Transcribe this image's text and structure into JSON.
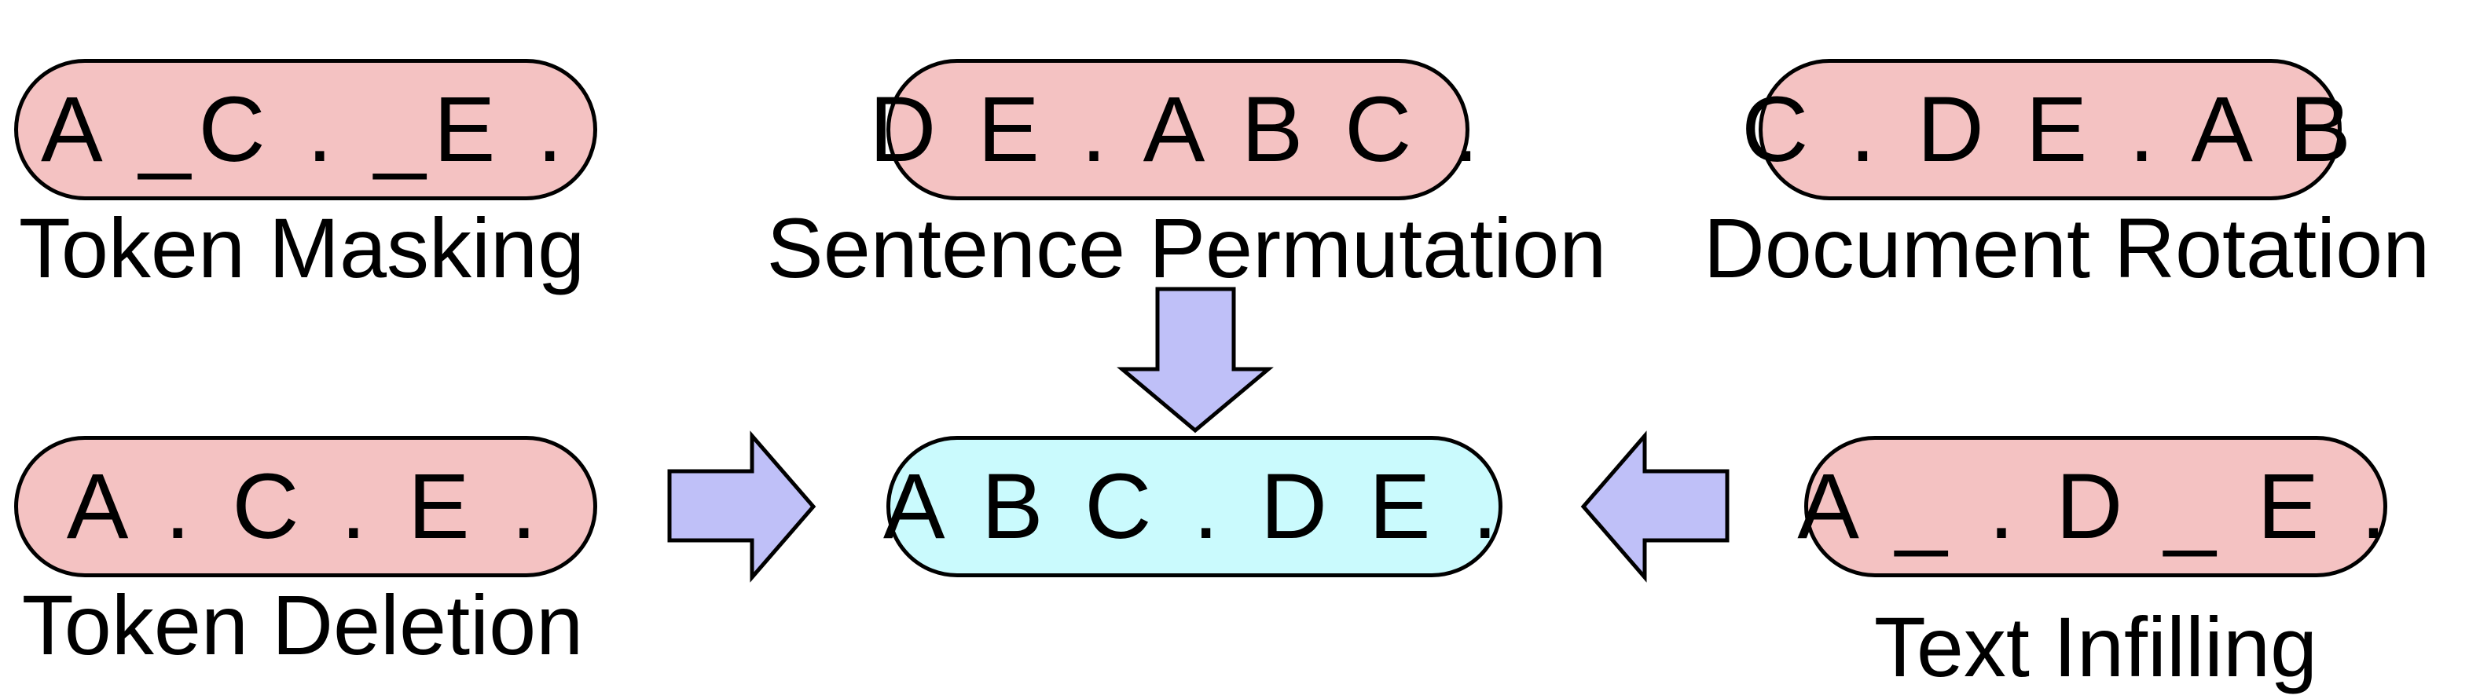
{
  "noising_examples": {
    "token_masking": {
      "sequence": "A _C . _E .",
      "label": "Token Masking"
    },
    "sentence_permutation": {
      "sequence": "D E . A B C .",
      "label": "Sentence Permutation"
    },
    "document_rotation": {
      "sequence": "C . D E . A B",
      "label": "Document Rotation"
    },
    "token_deletion": {
      "sequence": "A . C . E .",
      "label": "Token Deletion"
    },
    "text_infilling": {
      "sequence": "A _ . D _ E .",
      "label": "Text Infilling"
    }
  },
  "original": {
    "sequence": "A B C . D E ."
  },
  "colors": {
    "noised_fill": "#f4c2c2",
    "original_fill": "#cafafd",
    "arrow_fill": "#bfc0f8",
    "outline": "#000000"
  }
}
